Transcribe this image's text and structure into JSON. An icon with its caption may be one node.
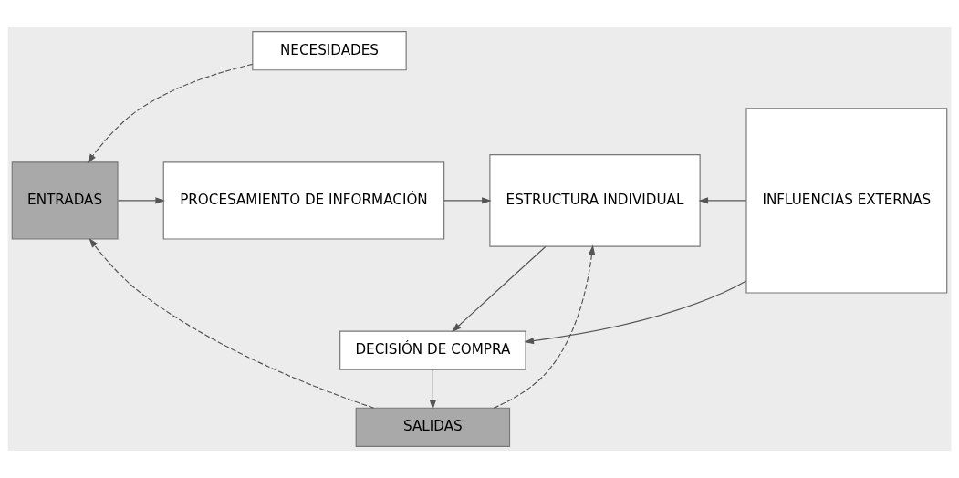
{
  "diagram": {
    "nodes": [
      {
        "text": [
          "NECESIDADES"
        ]
      },
      {
        "text": [
          "ENTRADAS"
        ]
      },
      {
        "text": [
          "PROCESAMIENTO DE INFORMACIÓN"
        ]
      },
      {
        "text": [
          "ESTRUCTURA INDIVIDUAL"
        ]
      },
      {
        "text": [
          "INFLUENCIAS EXTERNAS"
        ]
      },
      {
        "text": [
          "DECISIÓN DE COMPRA"
        ]
      },
      {
        "text": [
          "SALIDAS"
        ]
      }
    ],
    "edges": [
      {
        "from": 0,
        "to": 1,
        "arrow": "to",
        "style": "dashed"
      },
      {
        "from": 1,
        "to": 2,
        "arrow": "to"
      },
      {
        "from": 2,
        "to": 3,
        "arrow": "to"
      },
      {
        "from": 4,
        "to": 3,
        "arrow": "to"
      },
      {
        "from": 4,
        "to": 5,
        "arrow": "to"
      },
      {
        "from": 3,
        "to": 5,
        "arrow": "to"
      },
      {
        "from": 5,
        "to": 6,
        "arrow": "to"
      },
      {
        "from": 6,
        "to": 1,
        "arrow": "to",
        "style": "dashed"
      },
      {
        "from": 6,
        "to": 3,
        "arrow": "to",
        "style": "dashed"
      }
    ]
  }
}
